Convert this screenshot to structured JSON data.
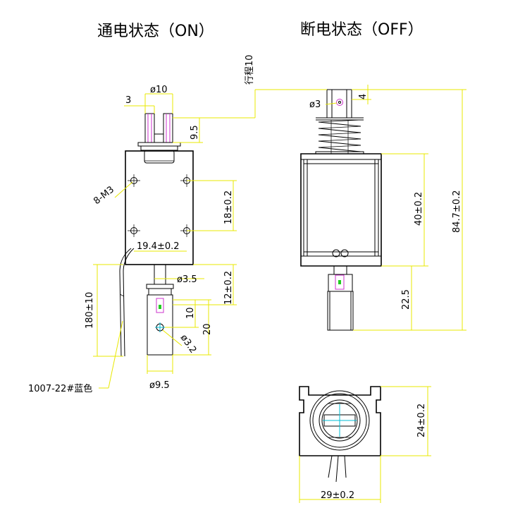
{
  "titles": {
    "on": "通电状态（ON）",
    "off": "断电状态（OFF）"
  },
  "left_view": {
    "dia_10": "ø10",
    "dim_3": "3",
    "dim_9_5": "9.5",
    "screws": "8-M3",
    "dim_18": "18±0.2",
    "dim_19_4": "19.4±0.2",
    "dia_3_5": "ø3.5",
    "dim_12": "12±0.2",
    "dim_180": "180±10",
    "dim_10": "10",
    "dim_20": "20",
    "dia_3_2": "ø3.2",
    "dia_9_5": "ø9.5",
    "wire_label": "1007-22#蓝色"
  },
  "right_view": {
    "stroke": "行程10",
    "dia_3": "ø3",
    "dim_4": "4",
    "dim_40": "40±0.2",
    "dim_84_7": "84.7±0.2",
    "dim_22_5": "22.5"
  },
  "bottom_view": {
    "dim_24": "24±0.2",
    "dim_29": "29±0.2"
  },
  "colors": {
    "dimension_lines": "#e8e800",
    "plunger_pin": "#cc33cc",
    "center_marks": "#00bcd4",
    "pin_hole": "#22cc22"
  }
}
